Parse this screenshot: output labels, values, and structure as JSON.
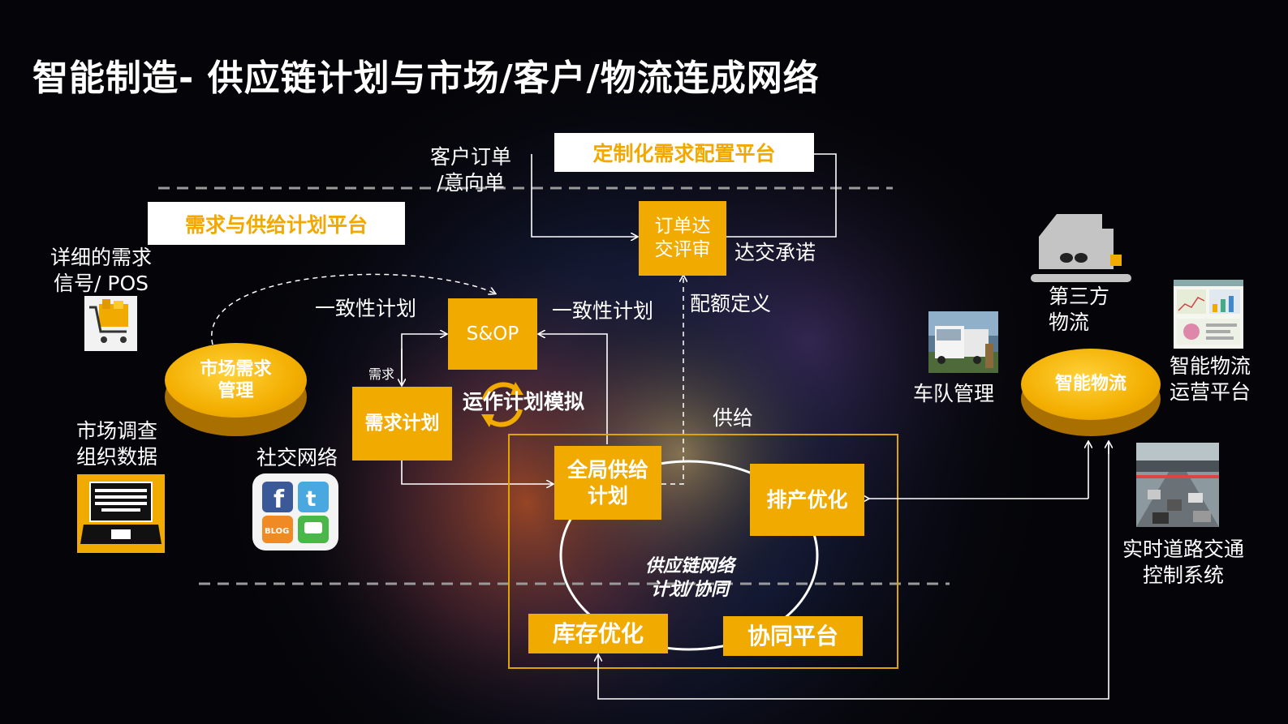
{
  "title": "智能制造- 供应链计划与市场/客户/物流连成网络",
  "platforms": {
    "custom_demand": "定制化需求配置平台",
    "demand_supply": "需求与供给计划平台"
  },
  "labels": {
    "customer_order": "客户订单\n/意向单",
    "commit": "达交承诺",
    "quota": "配额定义",
    "consistent_left": "一致性计划",
    "consistent_right": "一致性计划",
    "demand_small": "需求",
    "supply": "供给",
    "detail_demand": "详细的需求\n信号/ POS",
    "market_survey": "市场调查\n组织数据",
    "social": "社交网络",
    "fleet": "车队管理",
    "third_party": "第三方\n物流",
    "smart_platform": "智能物流\n运营平台",
    "traffic": "实时道路交通\n控制系统",
    "network_center": "供应链网络\n计划/协同",
    "simulate": "运作计划模拟"
  },
  "boxes": {
    "order_review": "订单达\n交评审",
    "sop": "S&OP",
    "demand_plan": "需求计划",
    "global_supply": "全局供给\n计划",
    "scheduling": "排产优化",
    "inventory": "库存优化",
    "collab": "协同平台"
  },
  "discs": {
    "market_demand": "市场需求\n管理",
    "smart_logistics": "智能物流"
  },
  "icons": {
    "cart": "shopping-cart-icon",
    "laptop": "laptop-icon",
    "social": "social-media-icon",
    "truck": "truck-photo-icon",
    "warehouse": "warehouse-icon",
    "dashboard": "dashboard-screenshot-icon",
    "traffic": "traffic-photo-icon",
    "cycle": "cycle-arrows-icon"
  },
  "colors": {
    "accent": "#f0aa00",
    "background": "#050509",
    "text": "#ffffff"
  }
}
